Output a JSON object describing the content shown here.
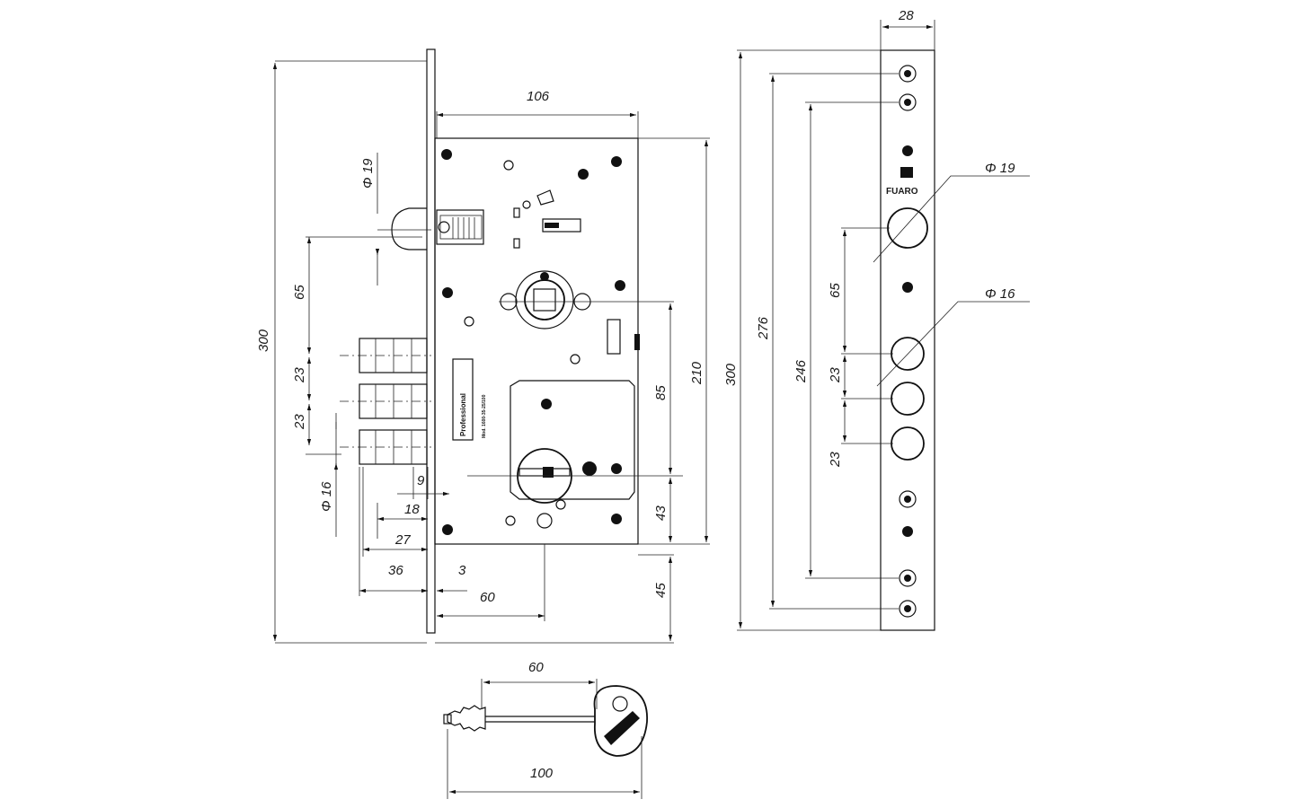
{
  "dimensions": {
    "d_106": "106",
    "d_19": "Φ 19",
    "d_65": "65",
    "d_300": "300",
    "d_23a": "23",
    "d_23b": "23",
    "d_16": "Φ 16",
    "d_9": "9",
    "d_18": "18",
    "d_27": "27",
    "d_36": "36",
    "d_3": "3",
    "d_60": "60",
    "d_85": "85",
    "d_43": "43",
    "d_45": "45",
    "d_210": "210",
    "strip_28": "28",
    "strip_300": "300",
    "strip_276": "276",
    "strip_246": "246",
    "strip_65": "65",
    "strip_23a": "23",
    "strip_23b": "23",
    "strip_d19": "Φ 19",
    "strip_d16": "Φ 16",
    "key_60": "60",
    "key_100": "100"
  },
  "labels": {
    "brand_plate": "Professional",
    "model_plate": "Mod. 1600-35-25/100",
    "strip_brand": "FUARO"
  }
}
